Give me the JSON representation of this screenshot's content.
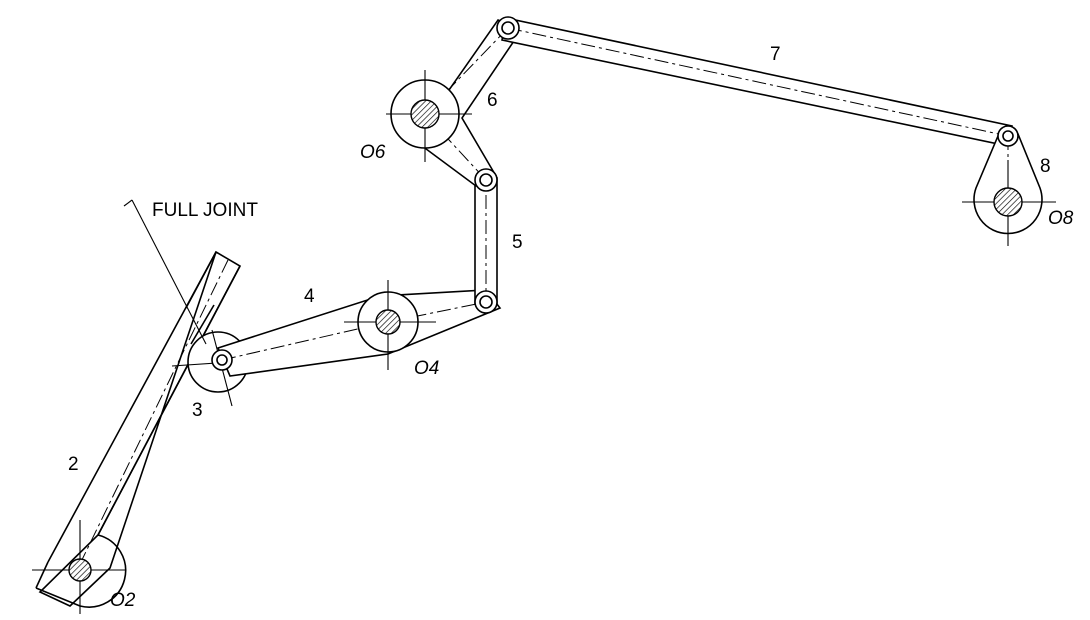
{
  "diagram": {
    "annotation": "FULL JOINT",
    "links": {
      "l2": "2",
      "l3": "3",
      "l4": "4",
      "l5": "5",
      "l6": "6",
      "l7": "7",
      "l8": "8"
    },
    "pivots": {
      "o2": "O2",
      "o4": "O4",
      "o6": "O6",
      "o8": "O8"
    }
  }
}
